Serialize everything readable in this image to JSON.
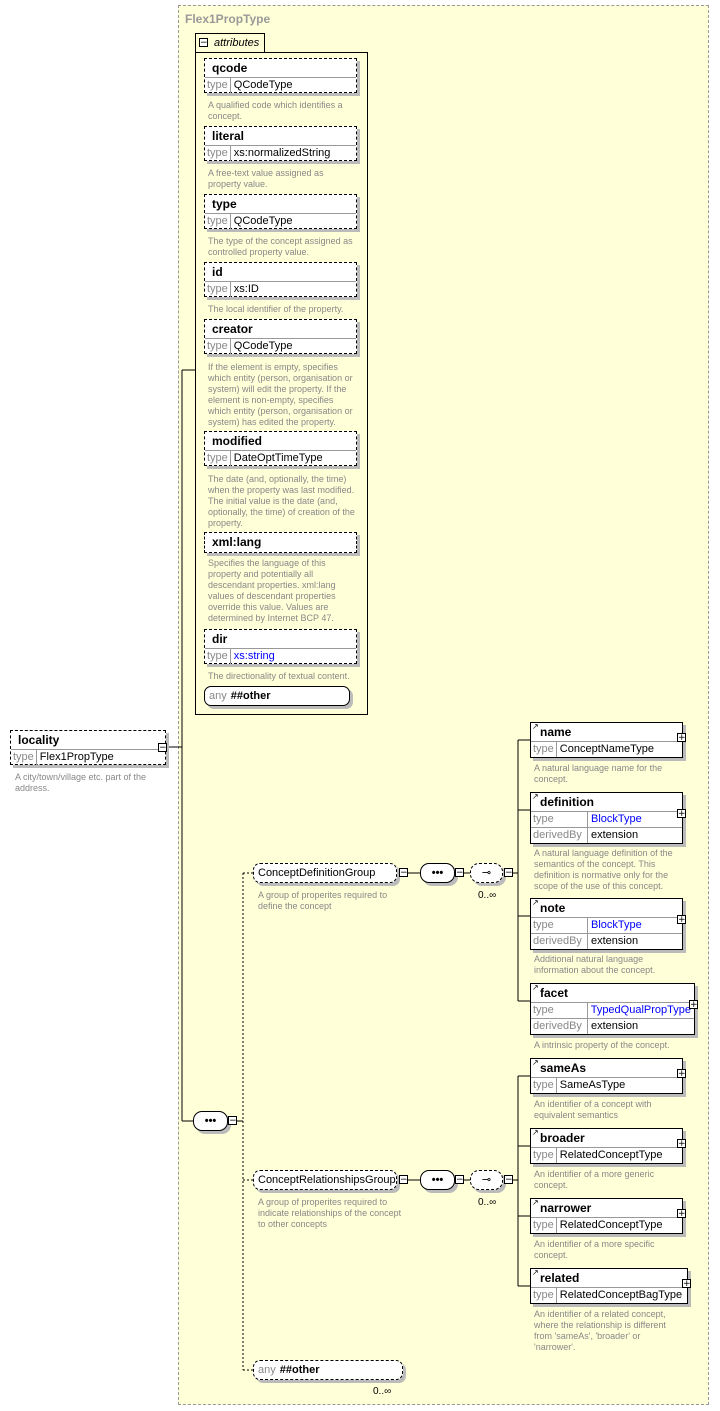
{
  "type_name": "Flex1PropType",
  "attributes_label": "attributes",
  "attributes": [
    {
      "name": "qcode",
      "type_label": "type",
      "type": "QCodeType",
      "desc": "A qualified code which identifies a concept."
    },
    {
      "name": "literal",
      "type_label": "type",
      "type": "xs:normalizedString",
      "desc": "A free-text value assigned as property value."
    },
    {
      "name": "type",
      "type_label": "type",
      "type": "QCodeType",
      "desc": "The type of the concept assigned as controlled property value."
    },
    {
      "name": "id",
      "type_label": "type",
      "type": "xs:ID",
      "desc": "The local identifier of the property."
    },
    {
      "name": "creator",
      "type_label": "type",
      "type": "QCodeType",
      "desc": "If the element is empty, specifies which entity (person, organisation or system) will edit the property. If the element is non-empty, specifies which entity (person, organisation or system) has edited the property."
    },
    {
      "name": "modified",
      "type_label": "type",
      "type": "DateOptTimeType",
      "desc": "The date (and, optionally, the time) when the property was last modified. The initial value is the date (and, optionally, the time) of creation of the property."
    },
    {
      "name": "xml:lang",
      "desc": "Specifies the language of this property and potentially all descendant properties. xml:lang values of descendant properties override this value. Values are determined by Internet BCP 47."
    },
    {
      "name": "dir",
      "type_label": "type",
      "type": "xs:string",
      "link": true,
      "desc": "The directionality of textual content."
    }
  ],
  "attr_any": {
    "any": "any",
    "other": "##other"
  },
  "root": {
    "name": "locality",
    "type_label": "type",
    "type": "Flex1PropType",
    "desc": "A city/town/village etc. part of the address."
  },
  "groups": [
    {
      "name": "ConceptDefinitionGroup",
      "desc": "A group of properites required to define the concept",
      "occurs": "0..∞"
    },
    {
      "name": "ConceptRelationshipsGroup",
      "desc": "A group of properites required to indicate relationships of the concept to other concepts",
      "occurs": "0..∞"
    }
  ],
  "bottom_any": {
    "any": "any",
    "other": "##other",
    "occurs": "0..∞"
  },
  "elements": [
    {
      "name": "name",
      "type": "ConceptNameType",
      "desc": "A natural language name for the concept."
    },
    {
      "name": "definition",
      "type": "BlockType",
      "link": true,
      "derived": "extension",
      "desc": "A natural language definition of the semantics of the concept. This definition is normative only for the scope of the use of this concept."
    },
    {
      "name": "note",
      "type": "BlockType",
      "link": true,
      "derived": "extension",
      "desc": "Additional natural language information about the concept."
    },
    {
      "name": "facet",
      "type": "TypedQualPropType",
      "link": true,
      "derived": "extension",
      "desc": "A intrinsic property of the concept."
    },
    {
      "name": "sameAs",
      "type": "SameAsType",
      "desc": "An identifier of a concept with equivalent semantics"
    },
    {
      "name": "broader",
      "type": "RelatedConceptType",
      "desc": "An identifier of a more generic concept."
    },
    {
      "name": "narrower",
      "type": "RelatedConceptType",
      "desc": "An identifier of a more specific concept."
    },
    {
      "name": "related",
      "type": "RelatedConceptBagType",
      "desc": "An identifier of a related concept, where the relationship is different from 'sameAs', 'broader' or 'narrower'."
    }
  ],
  "labels": {
    "type": "type",
    "derivedBy": "derivedBy"
  }
}
